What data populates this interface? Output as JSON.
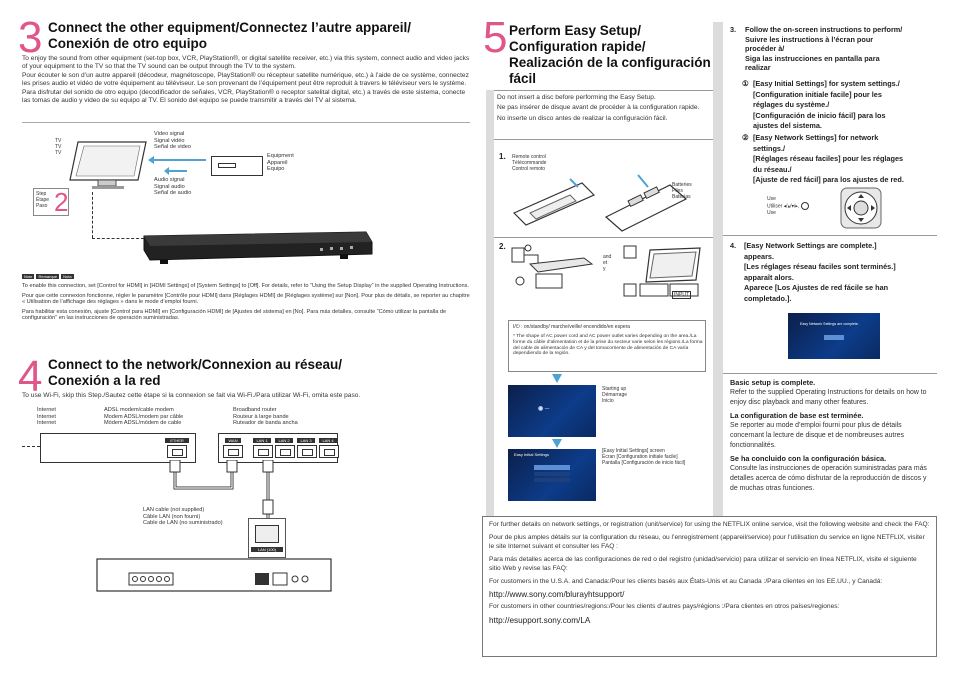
{
  "step3": {
    "number": "3",
    "title_line1": "Connect the other equipment/Connectez l’autre appareil/",
    "title_line2": "Conexión de otro equipo",
    "para_en": "To enjoy the sound from other equipment (set-top box, VCR, PlayStation®, or digital satellite receiver, etc.) via this system, connect audio and video jacks of your equipment to the TV so that the TV sound can be output through the TV to the system.",
    "para_fr": "Pour écouter le son d’un autre appareil (décodeur, magnétoscope, PlayStation® ou récepteur satellite numérique, etc.) à l’aide de ce système, connectez les prises audio et vidéo de votre équipement au téléviseur. Le son provenant de l’équipement peut être reproduit à travers le téléviseur vers le système.",
    "para_es": "Para disfrutar del sonido de otro equipo (decodificador de señales, VCR, PlayStation® o receptor satelital digital, etc.) a través de este sistema, conecte las tomas de audio y video de su equipo al TV. El sonido del equipo se puede transmitir a través del TV al sistema.",
    "tv_labels": [
      "TV",
      "TV",
      "TV"
    ],
    "video_labels": [
      "Video signal",
      "Signal vidéo",
      "Señal de video"
    ],
    "audio_labels": [
      "Audio signal",
      "Signal audio",
      "Señal de audio"
    ],
    "equipment_labels": [
      "Equipment",
      "Appareil",
      "Equipo"
    ],
    "step_labels": [
      "Step",
      "Étape",
      "Paso"
    ],
    "step_ref": "2",
    "note_tags": [
      "Note",
      "Remarque",
      "Nota"
    ],
    "note_en": "To enable this connection, set [Control for HDMI] in [HDMI Settings] of [System Settings] to [Off]. For details, refer to “Using the Setup Display” in the supplied Operating Instructions.",
    "note_fr": "Pour que cette connexion fonctionne, régler le paramètre [Contrôle pour HDMI] dans [Réglages HDMI] de [Réglages système] sur [Non]. Pour plus de détails, se reporter au chapitre « Utilisation de l’affichage des réglages » dans le mode d’emploi fourni.",
    "note_es": "Para habilitar esta conexión, ajuste [Control para HDMI] en [Configuración HDMI] de [Ajustes del sistema] en [No]. Para más detalles, consulte “Cómo utilizar la pantalla de configuración” en las instrucciones de operación suministradas."
  },
  "step4": {
    "number": "4",
    "title_line1": "Connect to the network/Connexion au réseau/",
    "title_line2": "Conexión a la red",
    "intro": "To use Wi-Fi, skip this Step./Sautez cette étape si la connexion se fait via Wi-Fi./Para utilizar Wi-Fi, omita este paso.",
    "internet_labels": [
      "Internet",
      "Internet",
      "Internet"
    ],
    "modem_labels": [
      "ADSL modem/cable modem",
      "Modem ADSL/modem par câble",
      "Módem ADSL/módem de cable"
    ],
    "router_labels": [
      "Broadband router",
      "Routeur à large bande",
      "Ruteador de banda ancha"
    ],
    "cable_labels": [
      "LAN cable (not supplied)",
      "Câble LAN (non fourni)",
      "Cable de LAN (no suministrado)"
    ],
    "ports": [
      "ETHER",
      "WAN",
      "LAN 1",
      "LAN 2",
      "LAN 3",
      "LAN 4"
    ],
    "player_port": "LAN (100)"
  },
  "step5": {
    "number": "5",
    "title_line1": "Perform Easy Setup/",
    "title_line2": "Configuration rapide/",
    "title_line3": "Realización de la configuración",
    "title_line4": "fácil",
    "notice": [
      "Do not insert a disc before performing the Easy Setup.",
      "Ne pas insérer de disque avant de procéder à la configuration rapide.",
      "No inserte un disco antes de realizar la configuración fácil."
    ],
    "s1_num": "1.",
    "remote_labels": [
      "Remote control",
      "Télécommande",
      "Control remoto"
    ],
    "battery_labels": [
      "Batteries",
      "Piles",
      "Baterías"
    ],
    "s2_num": "2.",
    "and_labels": [
      "and",
      "et",
      "y"
    ],
    "input_label": "INPUT",
    "power_note": "I/⏻ : on/standby/ marche/veille/ encendido/en espera",
    "shape_note": "* The shape of AC power cord and AC power outlet varies depending on the area./La forme du câble d’alimentation et de la prise du secteur varie selon les régions./La forma del cable de alimentación de CA y del tomacorriente de alimentación de CA varía dependiendo de la región.",
    "starting_labels": [
      "Starting up",
      "Démarrage",
      "Inicio"
    ],
    "easy_screen_labels": [
      "[Easy Initial Settings] screen",
      "Écran [Configuration initiale facile]",
      "Pantalla [Configuración de inicio fácil]"
    ],
    "screen_title": "Easy Initial Settings",
    "step3_num": "3.",
    "step3_text": [
      "Follow the on-screen instructions to perform/",
      "Suivre les instructions à l’écran pour",
      "procéder à/",
      "Siga las instrucciones en pantalla para",
      "realizar"
    ],
    "item1_text": [
      "[Easy Initial Settings] for system settings./",
      "[Configuration initiale facile] pour les",
      "réglages du système./",
      "[Configuración de inicio fácil] para los",
      "ajustes del sistema."
    ],
    "item2_text": [
      "[Easy Network Settings] for network",
      "settings./",
      "[Réglages réseau faciles] pour les réglages",
      "du réseau./",
      "[Ajuste de red fácil] para los ajustes de red."
    ],
    "use_labels": [
      "Use",
      "Utiliser",
      "Use"
    ],
    "use_symbols": "◂/▴/▾/▸,",
    "step4_num": "4.",
    "step4_text": [
      "[Easy Network Settings are complete.]",
      "appears.",
      "[Les réglages réseau faciles sont terminés.]",
      "apparaît alors.",
      "Aparece [Los Ajustes de red fácile se han",
      "completado.]."
    ],
    "complete_screen": "Easy Network Settings are complete.",
    "basic_en_head": "Basic setup is complete.",
    "basic_en": "Refer to the supplied Operating Instructions for details on how to enjoy disc playback and many other features.",
    "basic_fr_head": "La configuration de base est terminée.",
    "basic_fr": "Se reporter au mode d’emploi fourni pour plus de détails concernant la lecture de disque et de nombreuses autres fonctionnalités.",
    "basic_es_head": "Se ha concluido con la configuración básica.",
    "basic_es": "Consulte las instrucciones de operación suministradas para más detalles acerca de cómo disfrutar de la reproducción de discos y de muchas otras funciones."
  },
  "footer": {
    "en": "For further details on network settings, or registration (unit/service) for using the NETFLIX online service, visit the following website and check the FAQ:",
    "fr": "Pour de plus amples détails sur la configuration du réseau, ou l’enregistrement (appareil/service) pour l’utilisation du service en ligne NETFLIX, visiter le site Internet suivant et consulter les FAQ :",
    "es": "Para más detalles acerca de las configuraciones de red o del registro (unidad/servicio) para utilizar el servicio en línea NETFLIX, visite el siguiente sitio Web y revise las FAQ:",
    "us": "For customers in the U.S.A. and Canada:/Pour les clients basés aux États-Unis et au Canada :/Para clientes en los EE.UU., y Canadá:",
    "url1": "http://www.sony.com/blurayhtsupport/",
    "other": "For customers in other countries/regions:/Pour les clients d’autres pays/régions :/Para clientes en otros países/regiones:",
    "url2": "http://esupport.sony.com/LA"
  }
}
